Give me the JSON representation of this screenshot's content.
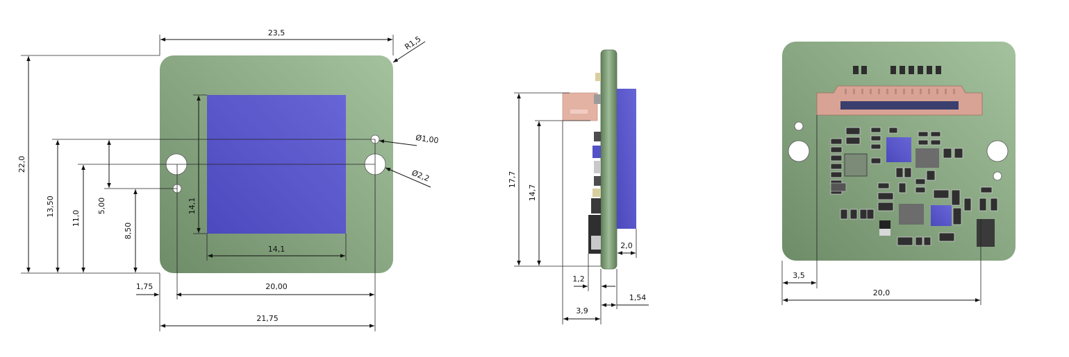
{
  "colors": {
    "board_light": "#9fbd99",
    "board_dark": "#6e8c68",
    "sensor": "#5452c6",
    "sensor_light": "#6563d4",
    "connector": "#d9a596",
    "component_dark": "#3a3a3a",
    "pad_light": "#c9c9c9"
  },
  "front": {
    "width": "23,5",
    "height": "22,0",
    "corner_radius": "R1,5",
    "small_hole": "Ø1,00",
    "large_hole": "Ø2,2",
    "hole_height_a": "13,50",
    "hole_height_b": "11,0",
    "hole_height_c": "5,00",
    "hole_height_d": "8,50",
    "sensor_height": "14,1",
    "sensor_width": "14,1",
    "offset_left": "1,75",
    "hole_span": "20,00",
    "total_span": "21,75"
  },
  "side": {
    "height_outer": "17,7",
    "height_inner": "14,7",
    "sensor_thickness": "2,0",
    "connector_thickness": "1,2",
    "component_depth": "3,9",
    "pcb_thickness": "1,54"
  },
  "back": {
    "connector_offset": "3,5",
    "connector_span": "20,0"
  }
}
